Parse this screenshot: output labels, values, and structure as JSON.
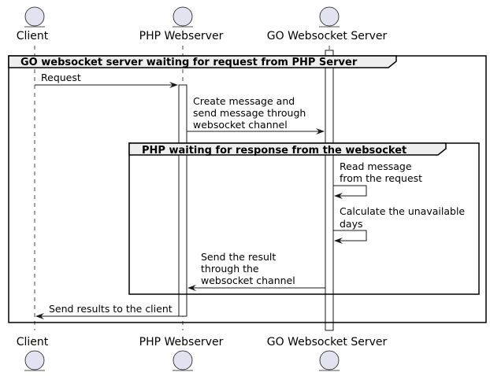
{
  "participants": [
    {
      "id": "client",
      "name": "Client"
    },
    {
      "id": "php",
      "name": "PHP Webserver"
    },
    {
      "id": "go",
      "name": "GO Websocket Server"
    }
  ],
  "groups": {
    "outer": {
      "title": "GO websocket server waiting for request from PHP Server"
    },
    "inner": {
      "title": "PHP waiting for response from the websocket"
    }
  },
  "messages": [
    {
      "id": "m1",
      "from": "client",
      "to": "php",
      "lines": [
        "Request"
      ]
    },
    {
      "id": "m2",
      "from": "php",
      "to": "go",
      "lines": [
        "Create message and",
        "send message through",
        "websocket channel"
      ]
    },
    {
      "id": "m3",
      "from": "go",
      "to": "go",
      "lines": [
        "Read message",
        "from the request"
      ]
    },
    {
      "id": "m4",
      "from": "go",
      "to": "go",
      "lines": [
        "Calculate the unavailable",
        "days"
      ]
    },
    {
      "id": "m5",
      "from": "go",
      "to": "php",
      "lines": [
        "Send the result",
        "through the",
        "websocket channel"
      ]
    },
    {
      "id": "m6",
      "from": "php",
      "to": "client",
      "lines": [
        "Send results to the client"
      ]
    }
  ],
  "colors": {
    "actor_fill": "#e2e2f0",
    "actor_stroke": "#181818",
    "group_header_fill": "#eeeeee",
    "line": "#181818",
    "lifeline": "#181818"
  }
}
